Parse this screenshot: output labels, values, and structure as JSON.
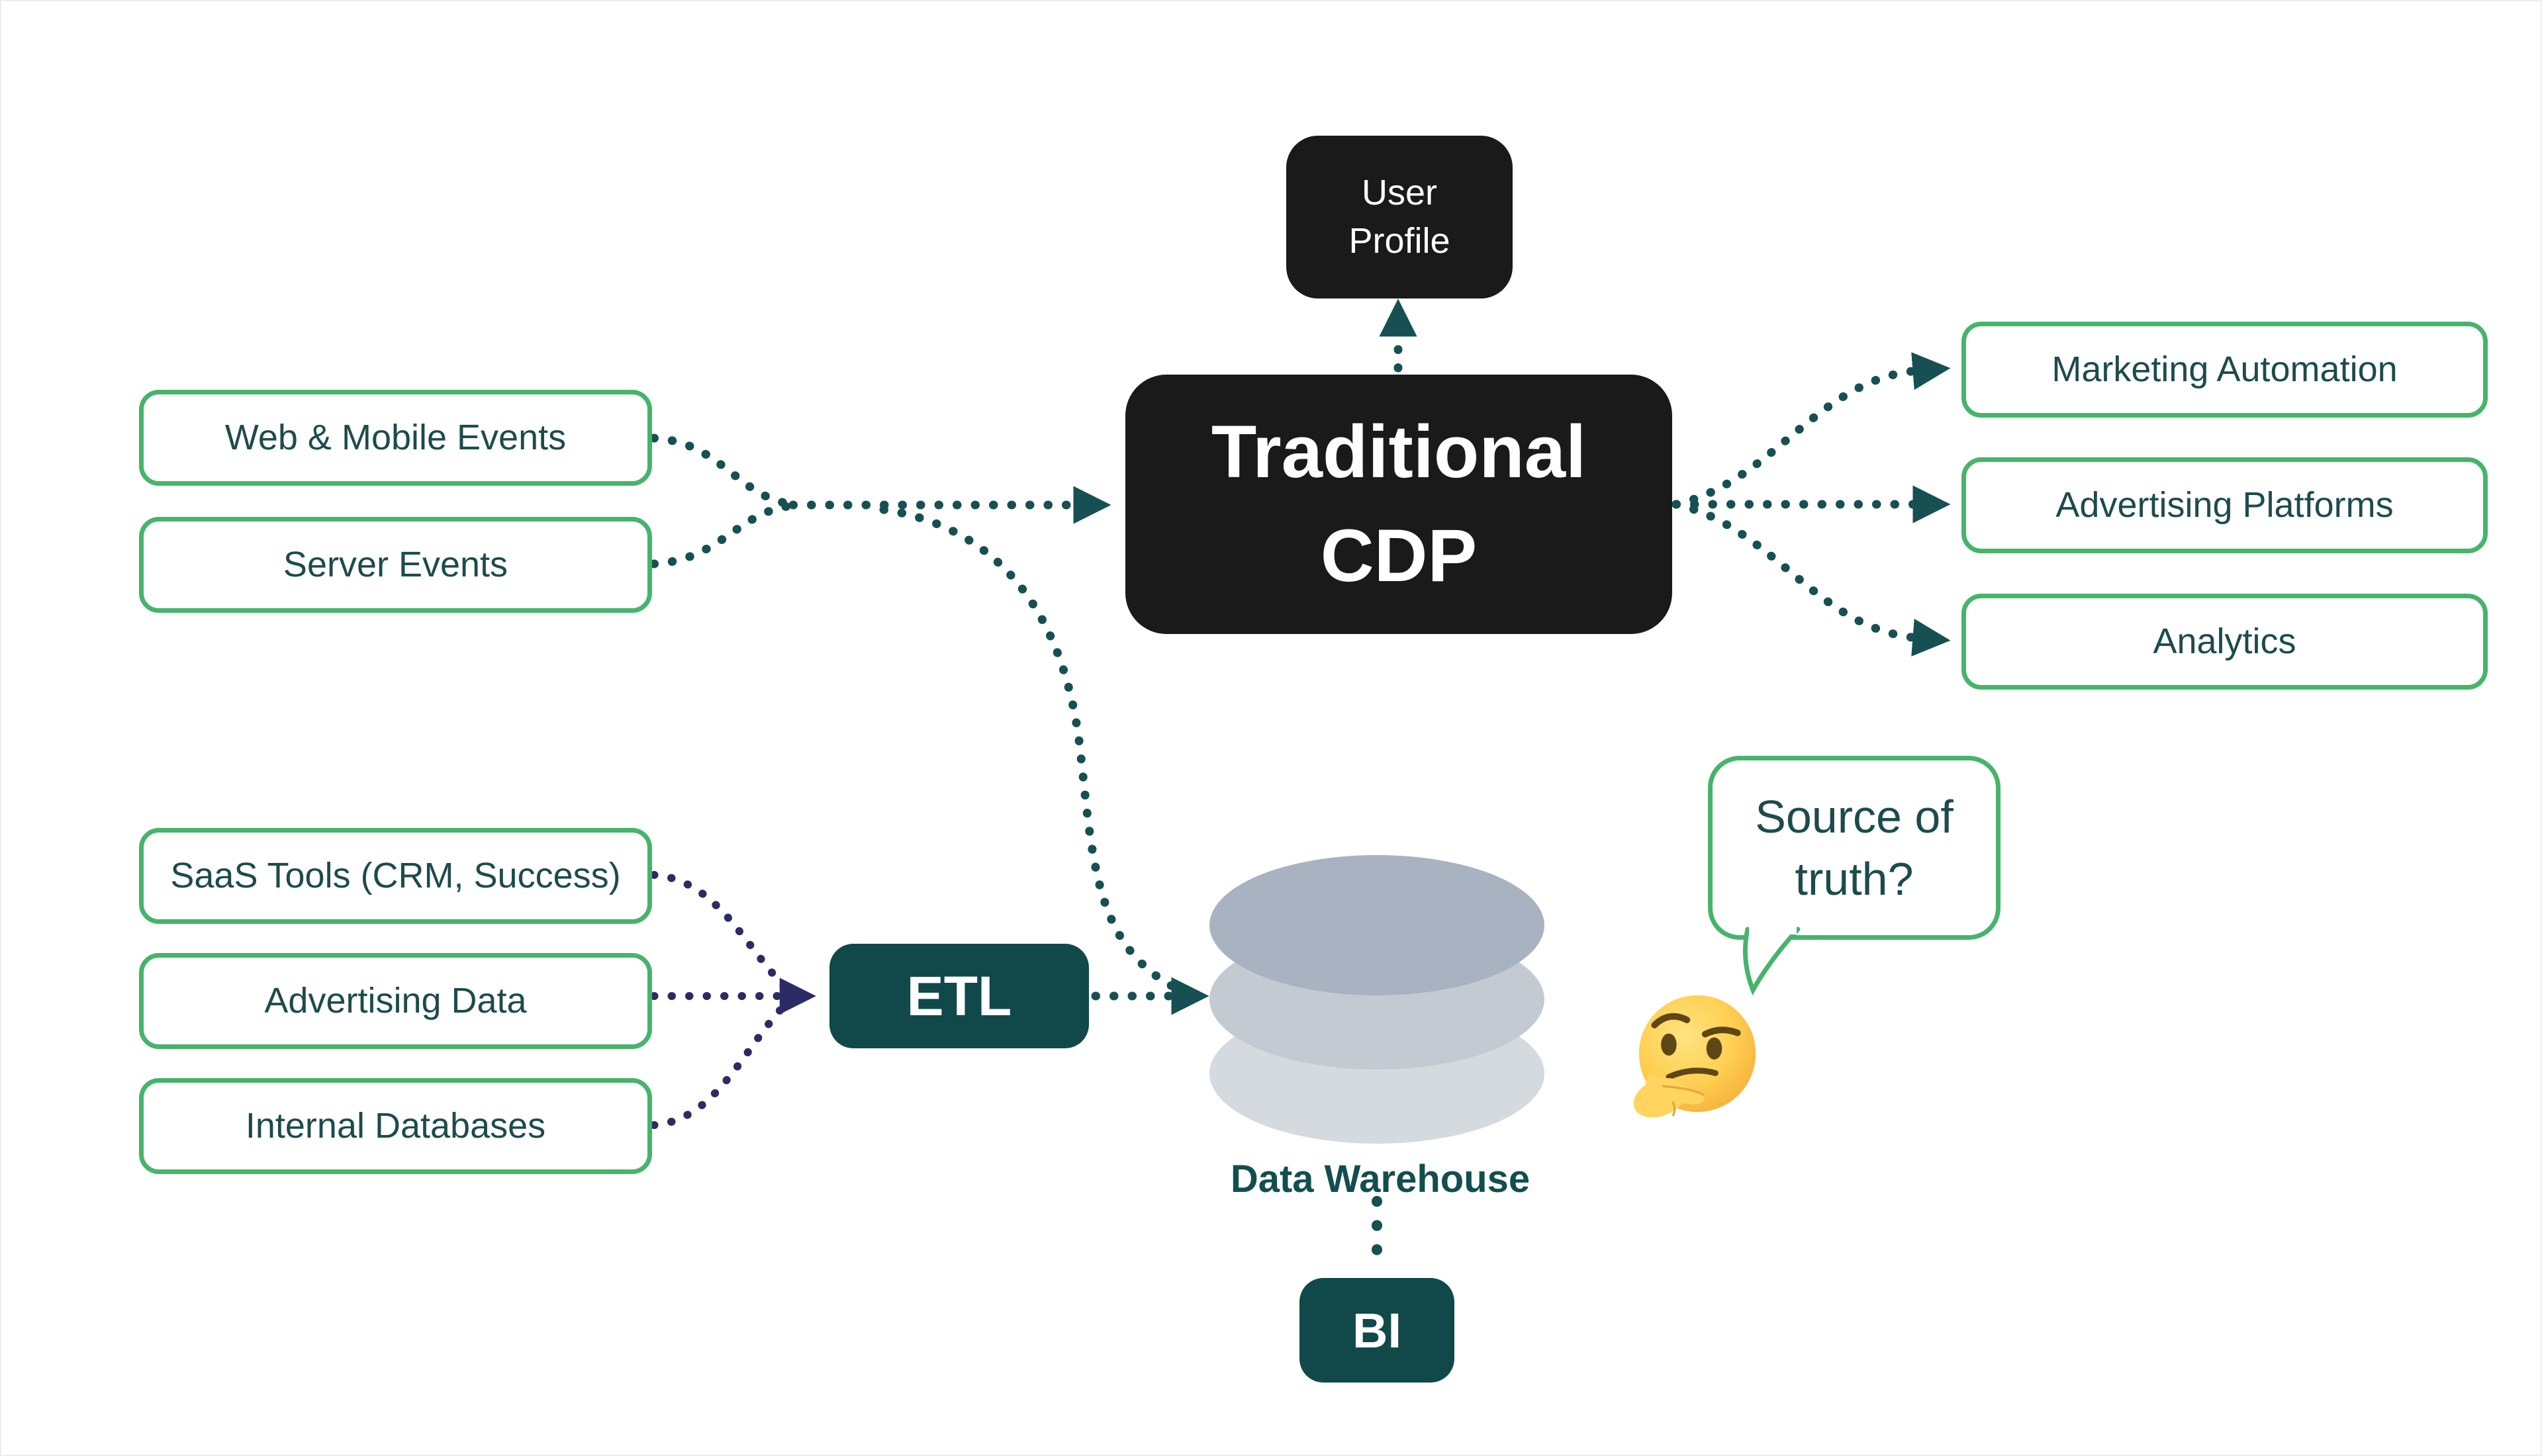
{
  "diagram": {
    "title_implicit": "Traditional CDP data flow",
    "colors": {
      "accent_green": "#46b46b",
      "label_teal": "#1d4b4d",
      "node_black": "#1a1a1a",
      "node_teal": "#11494b",
      "arrow_teal": "#165052",
      "arrow_navy": "#2d2b66",
      "cylinder_top": "#a9b2c1",
      "cylinder_middle": "#c3cad2",
      "cylinder_bottom": "#d5dade",
      "warehouse_label_teal": "#124e50"
    },
    "nodes": {
      "user_profile": {
        "label": "User Profile"
      },
      "cdp": {
        "label": "Traditional CDP"
      },
      "event_sources": [
        {
          "label": "Web & Mobile Events"
        },
        {
          "label": "Server Events"
        }
      ],
      "destinations": [
        {
          "label": "Marketing Automation"
        },
        {
          "label": "Advertising Platforms"
        },
        {
          "label": "Analytics"
        }
      ],
      "warehouse_sources": [
        {
          "label": "SaaS Tools (CRM, Success)"
        },
        {
          "label": "Advertising Data"
        },
        {
          "label": "Internal Databases"
        }
      ],
      "etl": {
        "label": "ETL"
      },
      "warehouse": {
        "label": "Data Warehouse"
      },
      "bi": {
        "label": "BI"
      },
      "speech_bubble": {
        "label": "Source of truth?"
      },
      "emoji": {
        "name": "thinking-face"
      }
    }
  }
}
